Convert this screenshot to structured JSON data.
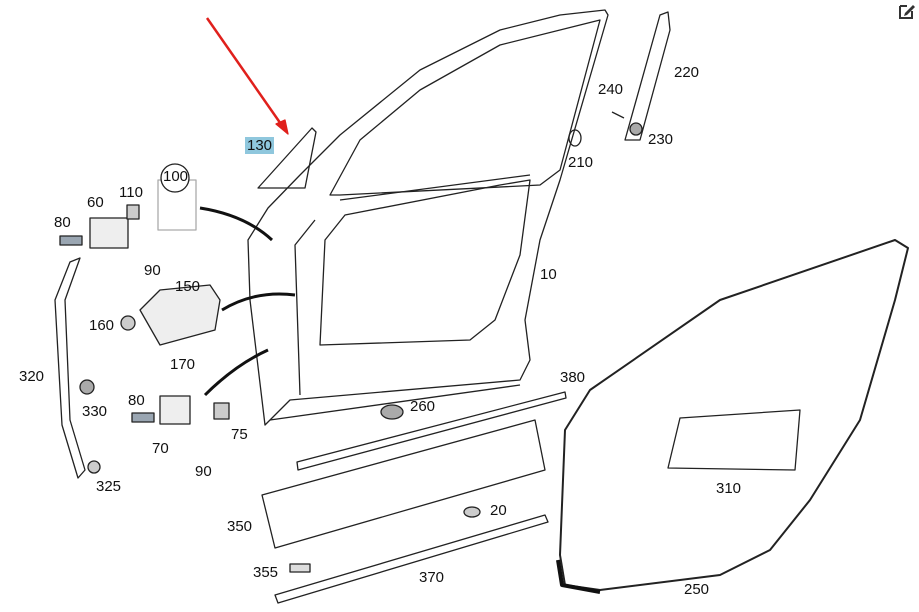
{
  "diagram": {
    "highlighted_part": "130",
    "highlight_color": "#8fc7dd",
    "pointer_arrow_color": "#e0201c",
    "edit_icon": "edit-icon",
    "part_labels": [
      "10",
      "20",
      "60",
      "70",
      "75",
      "80",
      "80",
      "90",
      "90",
      "100",
      "110",
      "130",
      "150",
      "160",
      "170",
      "210",
      "220",
      "230",
      "240",
      "250",
      "260",
      "310",
      "320",
      "325",
      "330",
      "350",
      "355",
      "370",
      "380"
    ]
  }
}
